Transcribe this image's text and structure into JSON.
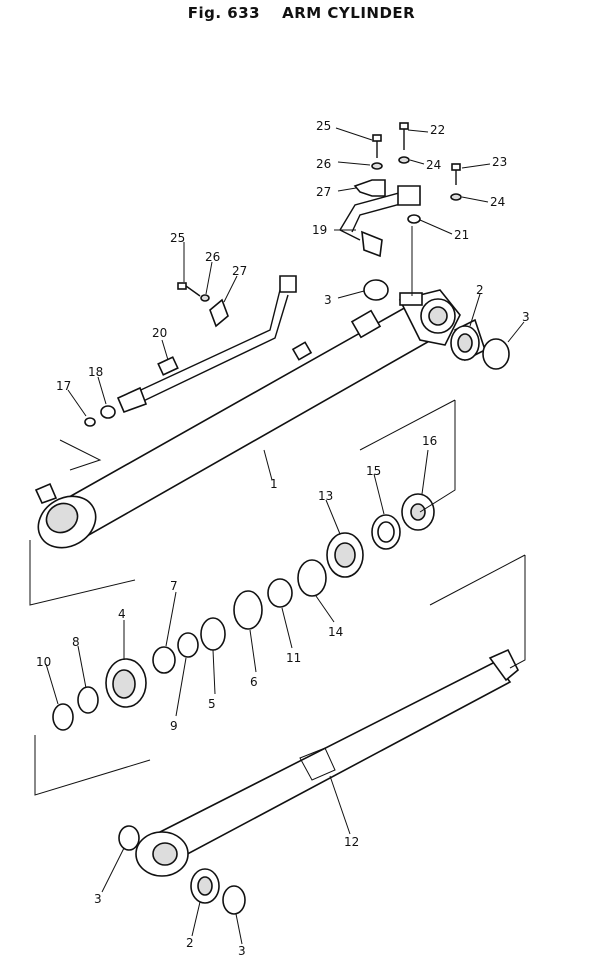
{
  "figure": {
    "number": "Fig. 633",
    "title": "ARM CYLINDER"
  },
  "callouts": [
    "1",
    "2",
    "3",
    "4",
    "5",
    "6",
    "7",
    "8",
    "9",
    "10",
    "11",
    "12",
    "13",
    "14",
    "15",
    "16",
    "17",
    "18",
    "19",
    "20",
    "21",
    "22",
    "23",
    "24",
    "25",
    "26",
    "27"
  ]
}
